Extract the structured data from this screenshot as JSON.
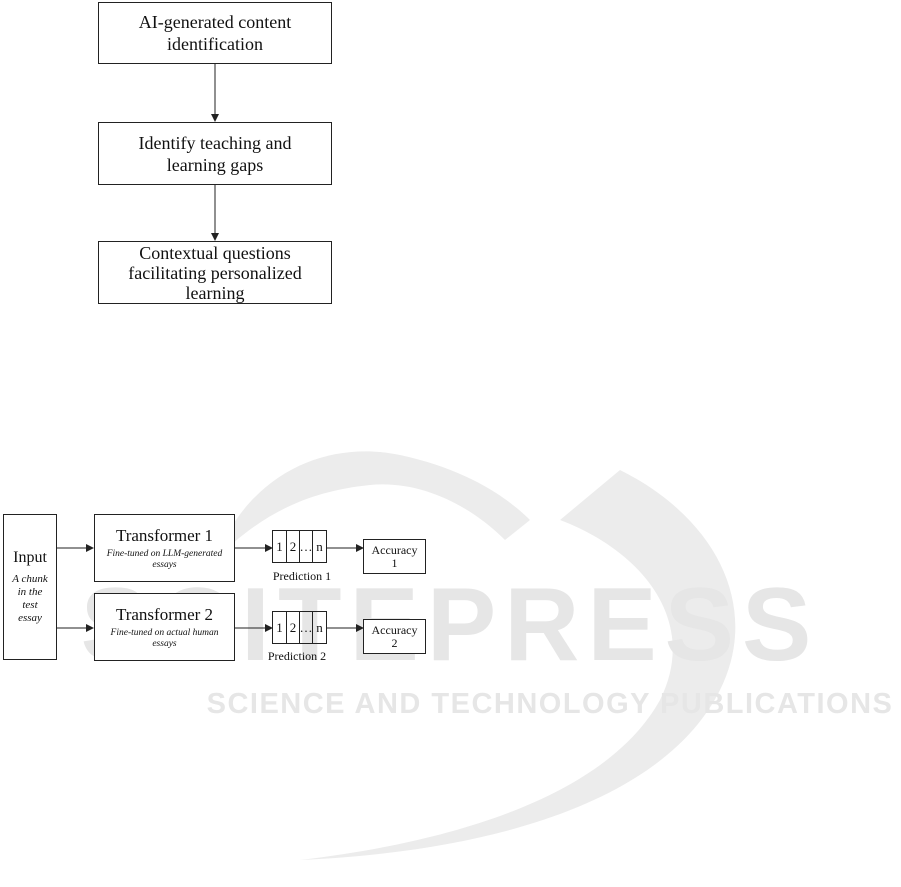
{
  "flowchart": {
    "step1": "AI-generated content\nidentification",
    "step2": "Identify teaching and\nlearning gaps",
    "step3": "Contextual questions\nfacilitating personalized\nlearning"
  },
  "pipeline": {
    "input_title": "Input",
    "input_sub": "A chunk\nin the\ntest\nessay",
    "transformer1": {
      "title": "Transformer 1",
      "subtitle": "Fine-tuned on LLM-generated\nessays"
    },
    "transformer2": {
      "title": "Transformer 2",
      "subtitle": "Fine-tuned on actual human\nessays"
    },
    "prediction_cells": [
      "1",
      "2",
      "…",
      "n"
    ],
    "prediction1_label": "Prediction 1",
    "prediction2_label": "Prediction 2",
    "accuracy1": "Accuracy\n1",
    "accuracy2": "Accuracy\n2"
  },
  "watermark": {
    "main": "SCITEPRESS",
    "sub": "SCIENCE AND TECHNOLOGY PUBLICATIONS",
    "color": "#e3e3e3"
  }
}
